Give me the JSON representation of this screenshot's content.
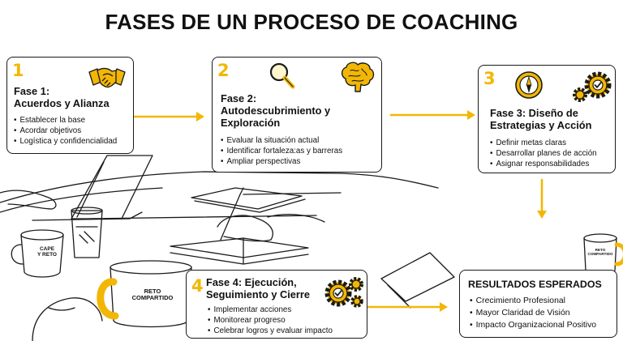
{
  "title": "FASES DE UN PROCESO DE COACHING",
  "accent_color": "#f2b705",
  "phases": [
    {
      "number": "1",
      "title_lines": [
        "Fase 1:",
        "Acuerdos y Alianza"
      ],
      "points": [
        "Establecer la base",
        "Acordar objetivos",
        "Logística y confidencialidad"
      ],
      "icon": "handshake-icon"
    },
    {
      "number": "2",
      "title_lines": [
        "Fase 2:",
        "Autodescubrimiento y",
        "Exploración"
      ],
      "points": [
        "Evaluar la situación actual",
        "Identificar fortaleza:as y barreras",
        "Ampliar perspectivas"
      ],
      "icon": "magnifier-and-brain-icon"
    },
    {
      "number": "3",
      "title_lines": [
        "Fase 3: Diseño de",
        "Estrategias y Acción"
      ],
      "points": [
        "Definir metas claras",
        "Desarrollar planes de acción",
        "Asignar responsabilidades"
      ],
      "icon": "compass-and-gears-icon"
    },
    {
      "number": "4",
      "title_lines": [
        "Fase 4: Ejecución,",
        "Seguimiento y Cierre"
      ],
      "points": [
        "Implementar acciones",
        "Monitorear progreso",
        "Celebrar logros y evaluar impacto"
      ],
      "icon": "gears-check-icon"
    }
  ],
  "results": {
    "title": "RESULTADOS ESPERADOS",
    "points": [
      "Crecimiento Profesional",
      "Mayor Claridad de Visión",
      "Impacto Organizacional Positivo"
    ]
  },
  "mugs": {
    "left_top": "CAPE",
    "left_bottom": "Y RETO",
    "center_top": "RETO",
    "center_bottom": "COMPARTIDO",
    "right_top": "RETO",
    "right_bottom": "COMPARTIDO"
  }
}
